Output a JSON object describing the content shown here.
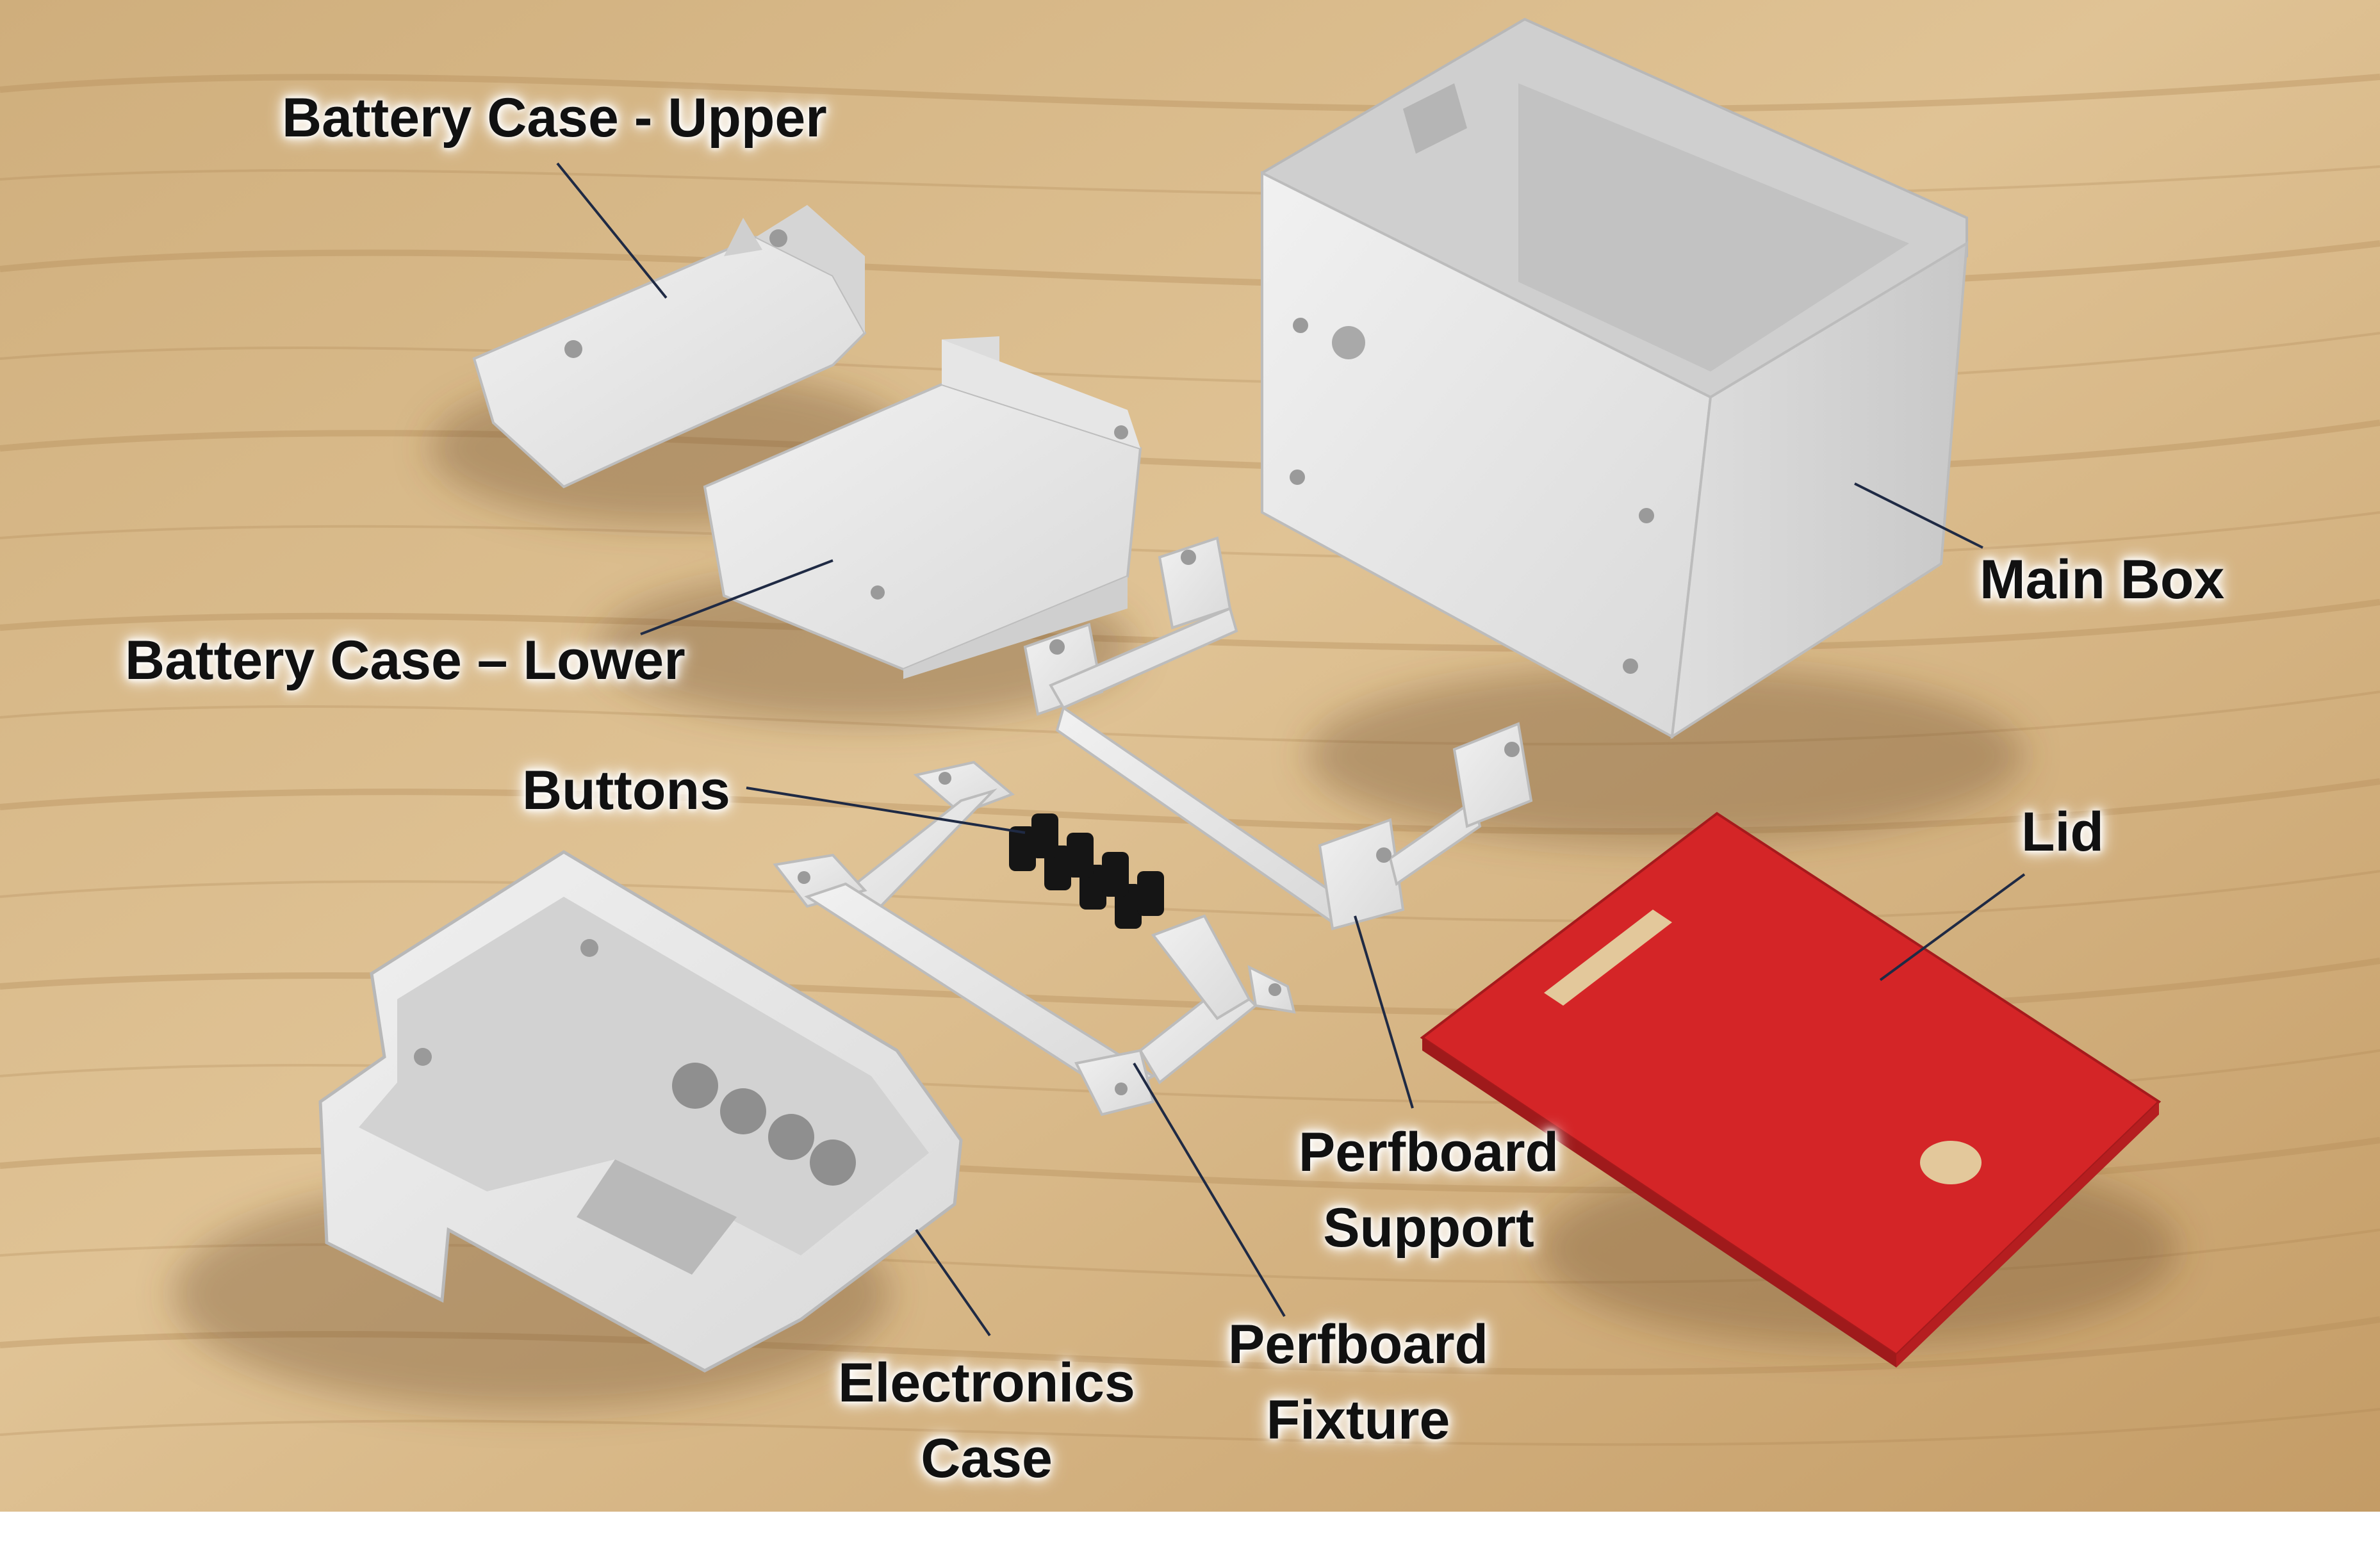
{
  "labels": {
    "battery_upper": "Battery Case - Upper",
    "battery_lower": "Battery Case – Lower",
    "buttons": "Buttons",
    "main_box": "Main Box",
    "lid": "Lid",
    "perfboard_support": [
      "Perfboard",
      "Support"
    ],
    "perfboard_fixture": [
      "Perfboard",
      "Fixture"
    ],
    "electronics_case": [
      "Electronics",
      "Case"
    ]
  },
  "colors": {
    "wood_light": "#dcc094",
    "wood_dark": "#b48d5c",
    "part_white": "#e9e9e9",
    "lid_red": "#d42527",
    "buttons_black": "#111111",
    "leader_line": "#1f2a44"
  }
}
